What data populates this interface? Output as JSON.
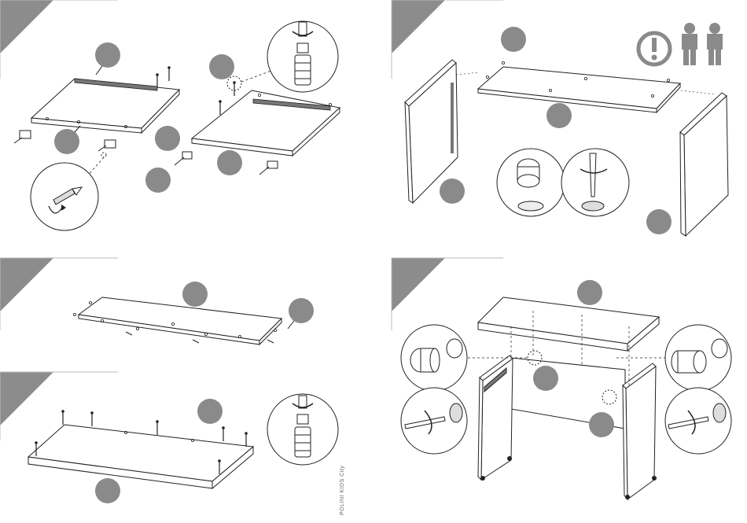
{
  "document": {
    "type": "furniture assembly instructions",
    "brand_text": "POLINI KIDS City",
    "colors": {
      "step_corner": "#8c8c8c",
      "callout": "#8a8a8a",
      "line": "#222222",
      "panel_edge": "#444444"
    },
    "steps": [
      {
        "id": "step-1"
      },
      {
        "id": "step-2"
      },
      {
        "id": "step-3"
      },
      {
        "id": "step-4"
      },
      {
        "id": "step-5"
      }
    ],
    "notice": {
      "icon": "exclamation-icon",
      "people_icon": "two-people-icon"
    }
  }
}
